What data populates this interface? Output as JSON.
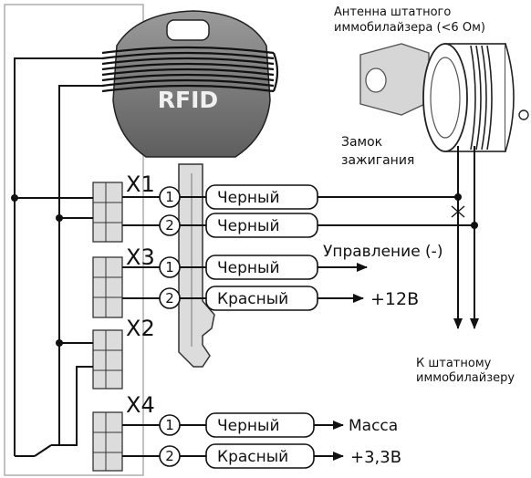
{
  "antenna": {
    "line1": "Антенна штатного",
    "line2": "иммобилайзера (<6 Ом)"
  },
  "lock": {
    "line1": "Замок",
    "line2": "зажигания"
  },
  "key": {
    "label": "RFID"
  },
  "connectors": {
    "x1": "X1",
    "x2": "X2",
    "x3": "X3",
    "x4": "X4"
  },
  "x1": {
    "pin1": "1",
    "wire1": "Черный",
    "pin2": "2",
    "wire2": "Черный"
  },
  "x3": {
    "pin1": "1",
    "wire1": "Черный",
    "dest1": "Управление (-)",
    "pin2": "2",
    "wire2": "Красный",
    "dest2": "+12В"
  },
  "x4": {
    "pin1": "1",
    "wire1": "Черный",
    "dest1": "Масса",
    "pin2": "2",
    "wire2": "Красный",
    "dest2": "+3,3В"
  },
  "immo": {
    "line1": "К штатному",
    "line2": "иммобилайзеру"
  }
}
